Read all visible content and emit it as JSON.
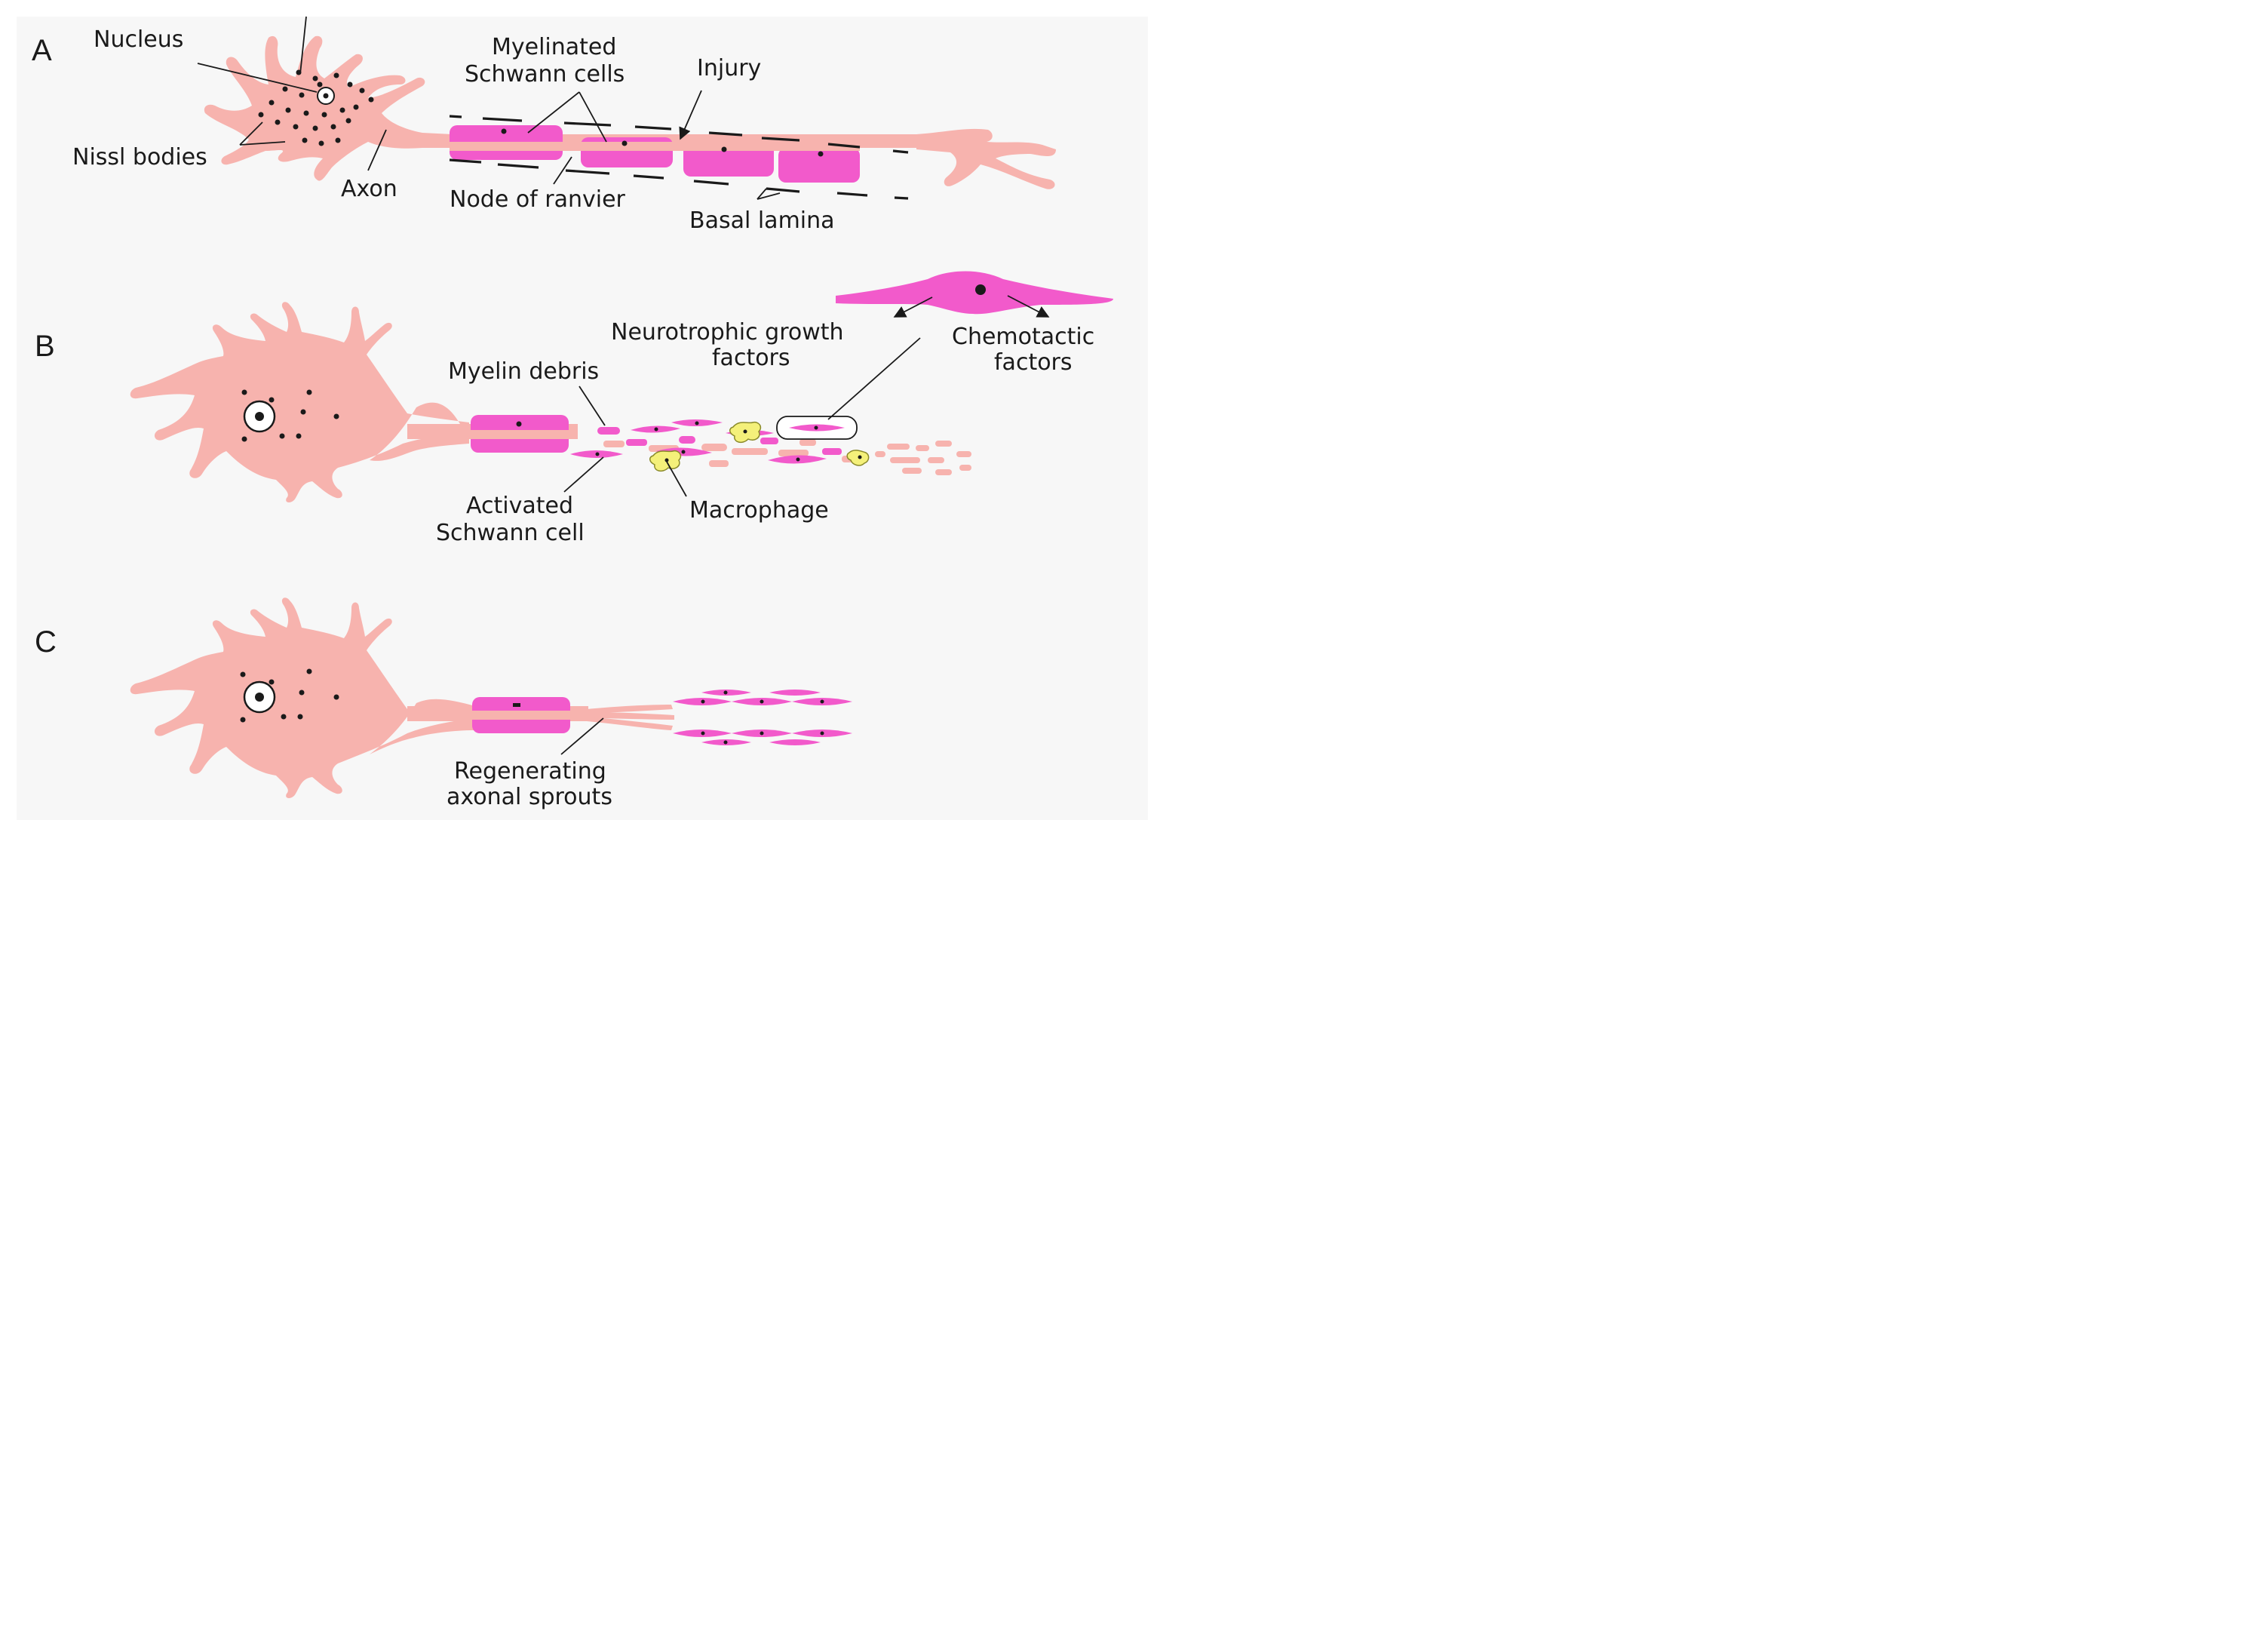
{
  "colors": {
    "background": "#f7f7f7",
    "neuron": "#f7b3ae",
    "schwann_cell": "#f25acb",
    "macrophage": "#f4f07a",
    "ink": "#1a1a1a"
  },
  "panels": [
    {
      "letter": "A",
      "labels": {
        "nucleus": "Nucleus",
        "nissl": "Nissl bodies",
        "axon": "Axon",
        "myelinated_1": "Myelinated",
        "myelinated_2": "Schwann cells",
        "injury": "Injury",
        "node": "Node of ranvier",
        "basal": "Basal lamina"
      }
    },
    {
      "letter": "B",
      "labels": {
        "neurotrophic_1": "Neurotrophic growth",
        "neurotrophic_2": "factors",
        "chemotactic_1": "Chemotactic",
        "chemotactic_2": "factors",
        "debris": "Myelin debris",
        "activated_1": "Activated",
        "activated_2": "Schwann cell",
        "macrophage": "Macrophage"
      }
    },
    {
      "letter": "C",
      "labels": {
        "sprouts_1": "Regenerating",
        "sprouts_2": "axonal sprouts"
      }
    }
  ]
}
